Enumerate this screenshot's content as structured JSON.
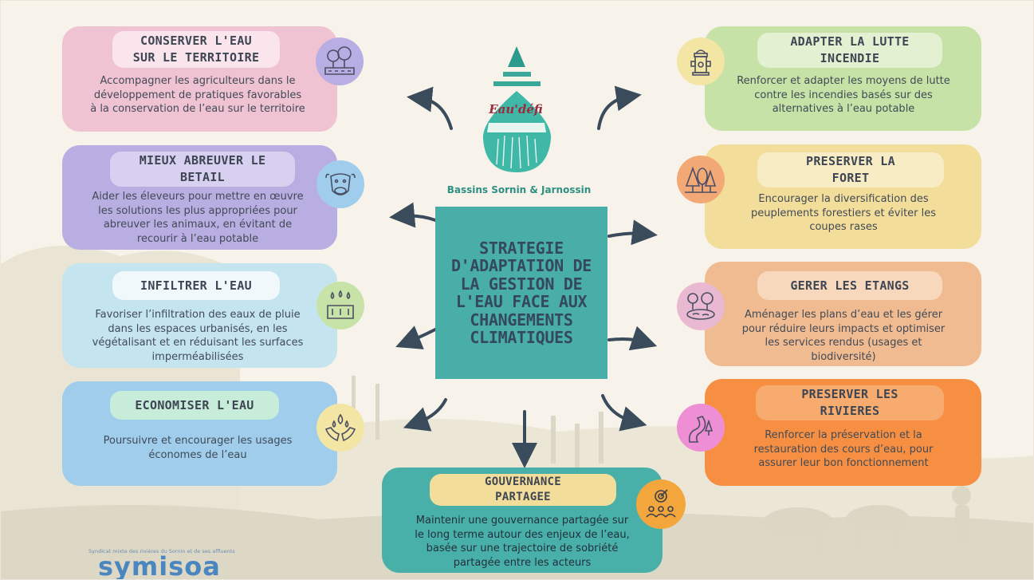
{
  "center": {
    "title": "STRATEGIE\nD'ADAPTATION DE\nLA GESTION DE\nL'EAU FACE AUX\nCHANGEMENTS\nCLIMATIQUES"
  },
  "logo": {
    "name": "Eau'défi",
    "basins": "Bassins Sornin & Jarnossin"
  },
  "footer": {
    "org_name": "symisoa",
    "org_subtitle": "Syndicat mixte des rivières du Sornin et de ses affluents"
  },
  "cards": {
    "conserver": {
      "title": "CONSERVER L'EAU\nSUR LE TERRITOIRE",
      "text": "Accompagner les agriculteurs dans le\ndéveloppement de pratiques favorables\nà la conservation de l’eau sur le territoire",
      "icon": "trees-field-icon"
    },
    "abreuver": {
      "title": "MIEUX ABREUVER LE\nBETAIL",
      "text": "Aider les éleveurs pour mettre en œuvre\nles solutions les plus appropriées pour\nabreuver les animaux, en évitant de\nrecourir à l’eau potable",
      "icon": "cow-icon"
    },
    "infiltrer": {
      "title": "INFILTRER L'EAU",
      "text": "Favoriser l’infiltration des eaux de pluie\ndans les espaces urbanisés, en les\nvégétalisant et en réduisant les surfaces\nimperméabilisées",
      "icon": "rain-infiltration-icon"
    },
    "economiser": {
      "title": "ECONOMISER L'EAU",
      "text": "Poursuivre et encourager les usages\néconomes de l’eau",
      "icon": "hands-drops-icon"
    },
    "lutte": {
      "title": "ADAPTER LA LUTTE\nINCENDIE",
      "text": "Renforcer et adapter les moyens de lutte\ncontre les incendies basés sur des\nalternatives à l’eau potable",
      "icon": "fire-hydrant-icon"
    },
    "foret": {
      "title": "PRESERVER LA\nFORET",
      "text": "Encourager la diversification des\npeuplements forestiers et éviter les\ncoupes rases",
      "icon": "forest-icon"
    },
    "etangs": {
      "title": "GERER LES ETANGS",
      "text": "Aménager les plans d’eau et les gérer\npour réduire leurs impacts et optimiser\nles services rendus (usages et\nbiodiversité)",
      "icon": "pond-icon"
    },
    "rivieres": {
      "title": "PRESERVER LES\nRIVIERES",
      "text": "Renforcer la préservation et la\nrestauration des cours d’eau, pour\nassurer leur bon fonctionnement",
      "icon": "river-icon"
    },
    "gouvernance": {
      "title": "GOUVERNANCE\nPARTAGEE",
      "text": "Maintenir une gouvernance partagée sur\nle long terme autour des enjeux de l’eau,\nbasée sur une trajectoire de sobriété\npartagée entre les acteurs",
      "icon": "people-target-icon"
    }
  },
  "colors": {
    "background": "#f7f3ea",
    "center": "#49aea7",
    "arrow": "#3a4b5c",
    "conserver": "#f0c3d2",
    "abreuver": "#b9aee2",
    "infiltrer": "#c4e5f0",
    "economiser": "#9fcdeb",
    "lutte": "#c6e2a6",
    "foret": "#f3dd9a",
    "etangs": "#f1bb91",
    "rivieres": "#f78f43",
    "gouvernance": "#48b0a8"
  }
}
